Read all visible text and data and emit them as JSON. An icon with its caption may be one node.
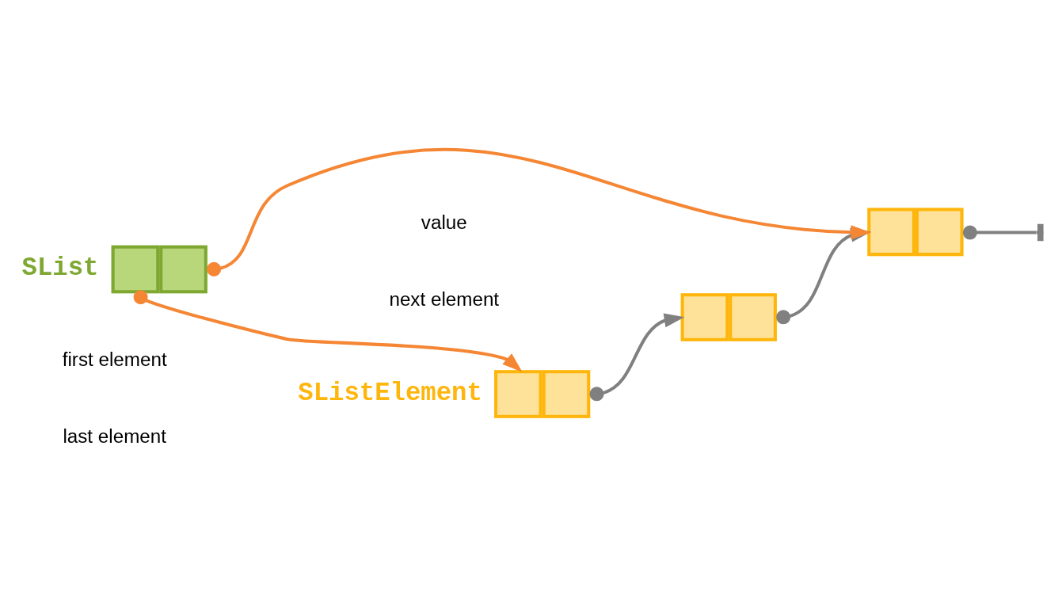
{
  "diagram": {
    "nodes": [
      {
        "text": [],
        "shape": "box",
        "beside": [
          "SListElement"
        ]
      },
      {
        "text": [],
        "shape": "box"
      },
      {
        "text": [],
        "shape": "box"
      },
      {
        "text": [],
        "shape": "box",
        "beside": [
          "SList"
        ]
      }
    ],
    "edges": [
      {
        "from": 0,
        "to": 1,
        "arrow": "to",
        "color": "#808080"
      },
      {
        "from": 1,
        "to": 2,
        "arrow": "to",
        "color": "#808080"
      },
      {
        "from": 2,
        "to": null,
        "arrow": "other",
        "color": "#808080"
      },
      {
        "from": 3,
        "to": 0,
        "arrow": "to",
        "color": "#f58634"
      },
      {
        "from": 3,
        "to": 2,
        "arrow": "to",
        "color": "#f58634"
      }
    ],
    "labels": [
      "value",
      "next element",
      "first element",
      "last element"
    ]
  }
}
